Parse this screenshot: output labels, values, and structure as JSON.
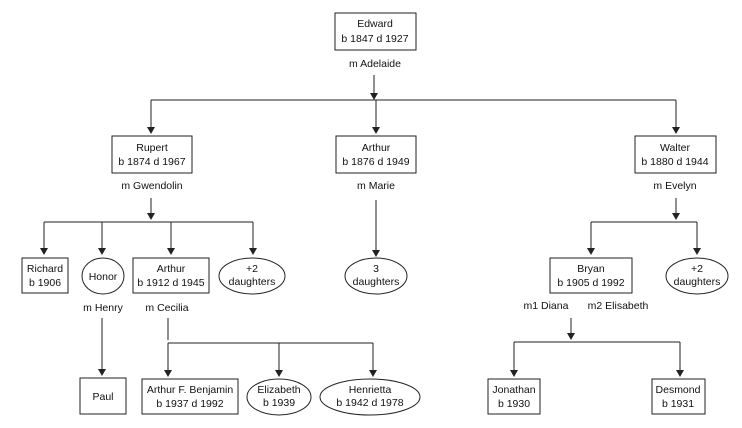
{
  "people": {
    "edward": {
      "name": "Edward",
      "dates": "b 1847 d 1927",
      "spouse": "m Adelaide"
    },
    "rupert": {
      "name": "Rupert",
      "dates": "b 1874 d 1967",
      "spouse": "m Gwendolin"
    },
    "arthur_sr": {
      "name": "Arthur",
      "dates": "b 1876 d 1949",
      "spouse": "m Marie"
    },
    "walter": {
      "name": "Walter",
      "dates": "b 1880 d 1944",
      "spouse": "m Evelyn"
    },
    "richard": {
      "name": "Richard",
      "dates": "b 1906"
    },
    "honor": {
      "name": "Honor",
      "spouse": "m Henry"
    },
    "arthur_jr": {
      "name": "Arthur",
      "dates": "b 1912 d 1945",
      "spouse": "m Cecilia"
    },
    "rupert_daughters": {
      "count": "+2",
      "label": "daughters"
    },
    "arthur_sr_daughters": {
      "count": "3",
      "label": "daughters"
    },
    "bryan": {
      "name": "Bryan",
      "dates": "b 1905 d 1992",
      "spouse1": "m1 Diana",
      "spouse2": "m2 Elisabeth"
    },
    "walter_daughters": {
      "count": "+2",
      "label": "daughters"
    },
    "paul": {
      "name": "Paul"
    },
    "arthur_fb": {
      "name": "Arthur F. Benjamin",
      "dates": "b 1937 d 1992"
    },
    "elizabeth": {
      "name": "Elizabeth",
      "dates": "b 1939"
    },
    "henrietta": {
      "name": "Henrietta",
      "dates": "b 1942 d 1978"
    },
    "jonathan": {
      "name": "Jonathan",
      "dates": "b 1930"
    },
    "desmond": {
      "name": "Desmond",
      "dates": "b 1931"
    }
  }
}
